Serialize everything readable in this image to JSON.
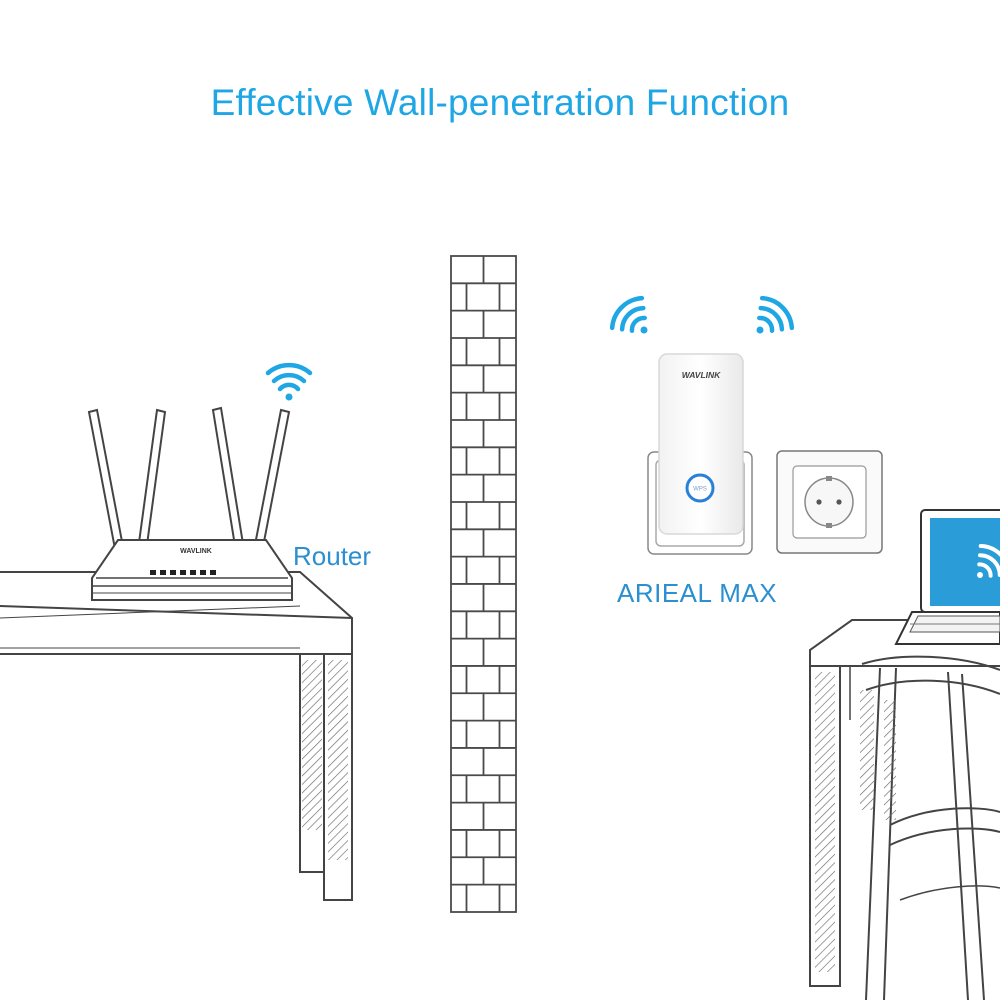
{
  "headline": "Effective Wall-penetration Function",
  "router": {
    "label": "Router",
    "brand": "WAVLINK"
  },
  "extender": {
    "label": "ARIEAL MAX",
    "brand": "WAVLINK",
    "button_text": "WPS"
  },
  "icons": {
    "router_signal": "wifi-icon",
    "extender_signal_left": "wifi-icon",
    "extender_signal_right": "wifi-icon",
    "laptop_signal": "wifi-icon",
    "power_socket": "power-socket-icon"
  },
  "colors": {
    "accent_blue": "#1fa6e4",
    "label_blue": "#2b8fd0",
    "line_gray": "#444444",
    "laptop_screen": "#2a9dd8"
  }
}
